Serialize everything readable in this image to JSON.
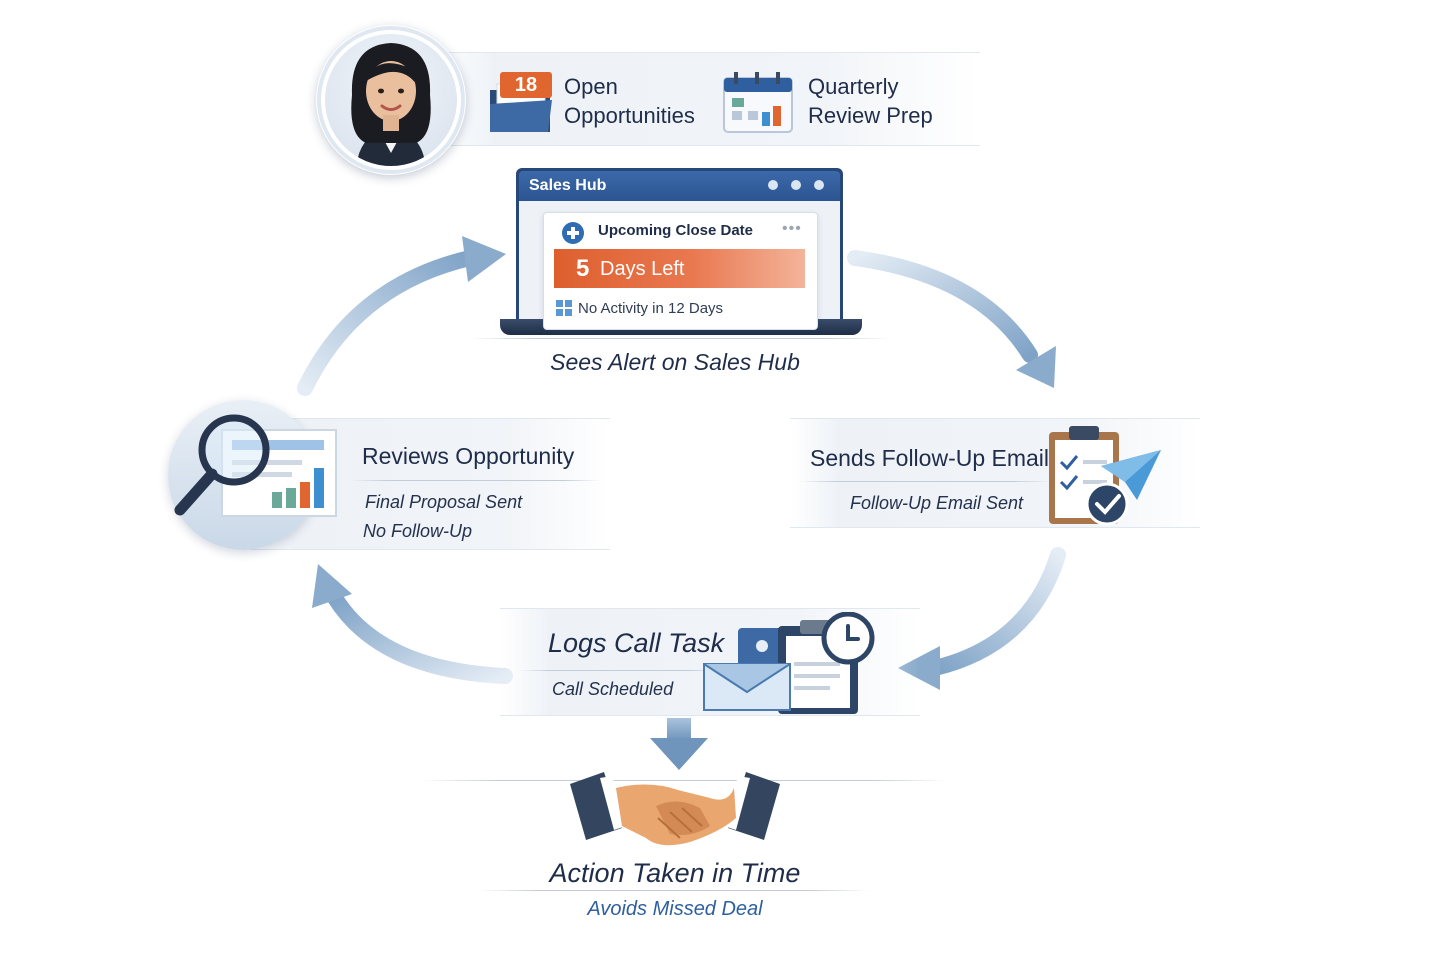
{
  "header": {
    "opportunities_count": "18",
    "opportunities_line1": "Open",
    "opportunities_line2": "Opportunities",
    "review_line1": "Quarterly",
    "review_line2": "Review Prep"
  },
  "sales_hub": {
    "title": "Sales Hub",
    "card_title": "Upcoming Close Date",
    "days_number": "5",
    "days_text": "Days Left",
    "activity_note": "No Activity in 12 Days",
    "caption": "Sees Alert on Sales Hub"
  },
  "review_step": {
    "title": "Reviews Opportunity",
    "line1": "Final Proposal Sent",
    "line2": "No Follow-Up"
  },
  "email_step": {
    "title": "Sends Follow-Up Email",
    "line1": "Follow-Up Email Sent"
  },
  "call_step": {
    "title": "Logs Call Task",
    "line1": "Call Scheduled"
  },
  "outcome": {
    "title": "Action Taken in Time",
    "subtitle": "Avoids Missed Deal"
  },
  "colors": {
    "navy": "#1f2d4a",
    "accent_orange": "#e0652f",
    "accent_blue": "#2f5f9e",
    "arrow_blue": "#8fb0cf"
  }
}
